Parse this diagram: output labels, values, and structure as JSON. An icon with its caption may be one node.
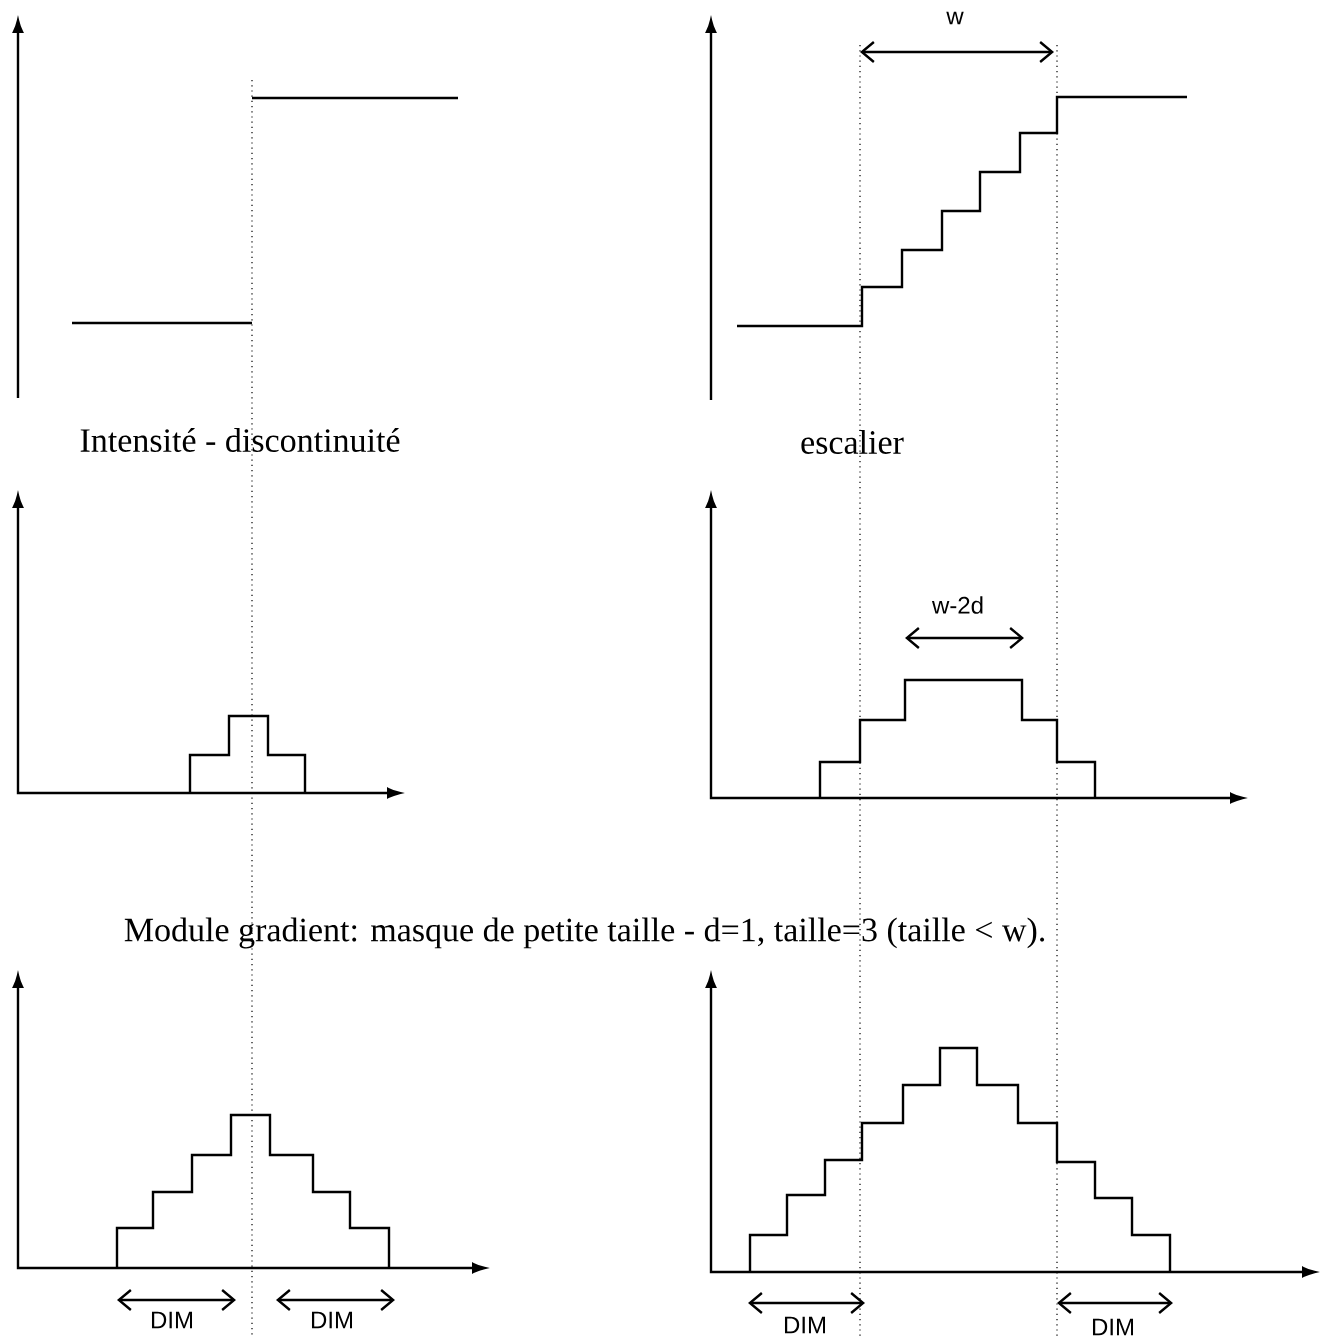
{
  "diagram": {
    "labels": [
      "w",
      "Intensité - discontinuité",
      "escalier",
      "w-2d",
      "Module gradient: masque de petite taille - d=1, taille=3 (taille < w).",
      "DIM",
      "DIM",
      "DIM",
      "DIM"
    ]
  }
}
